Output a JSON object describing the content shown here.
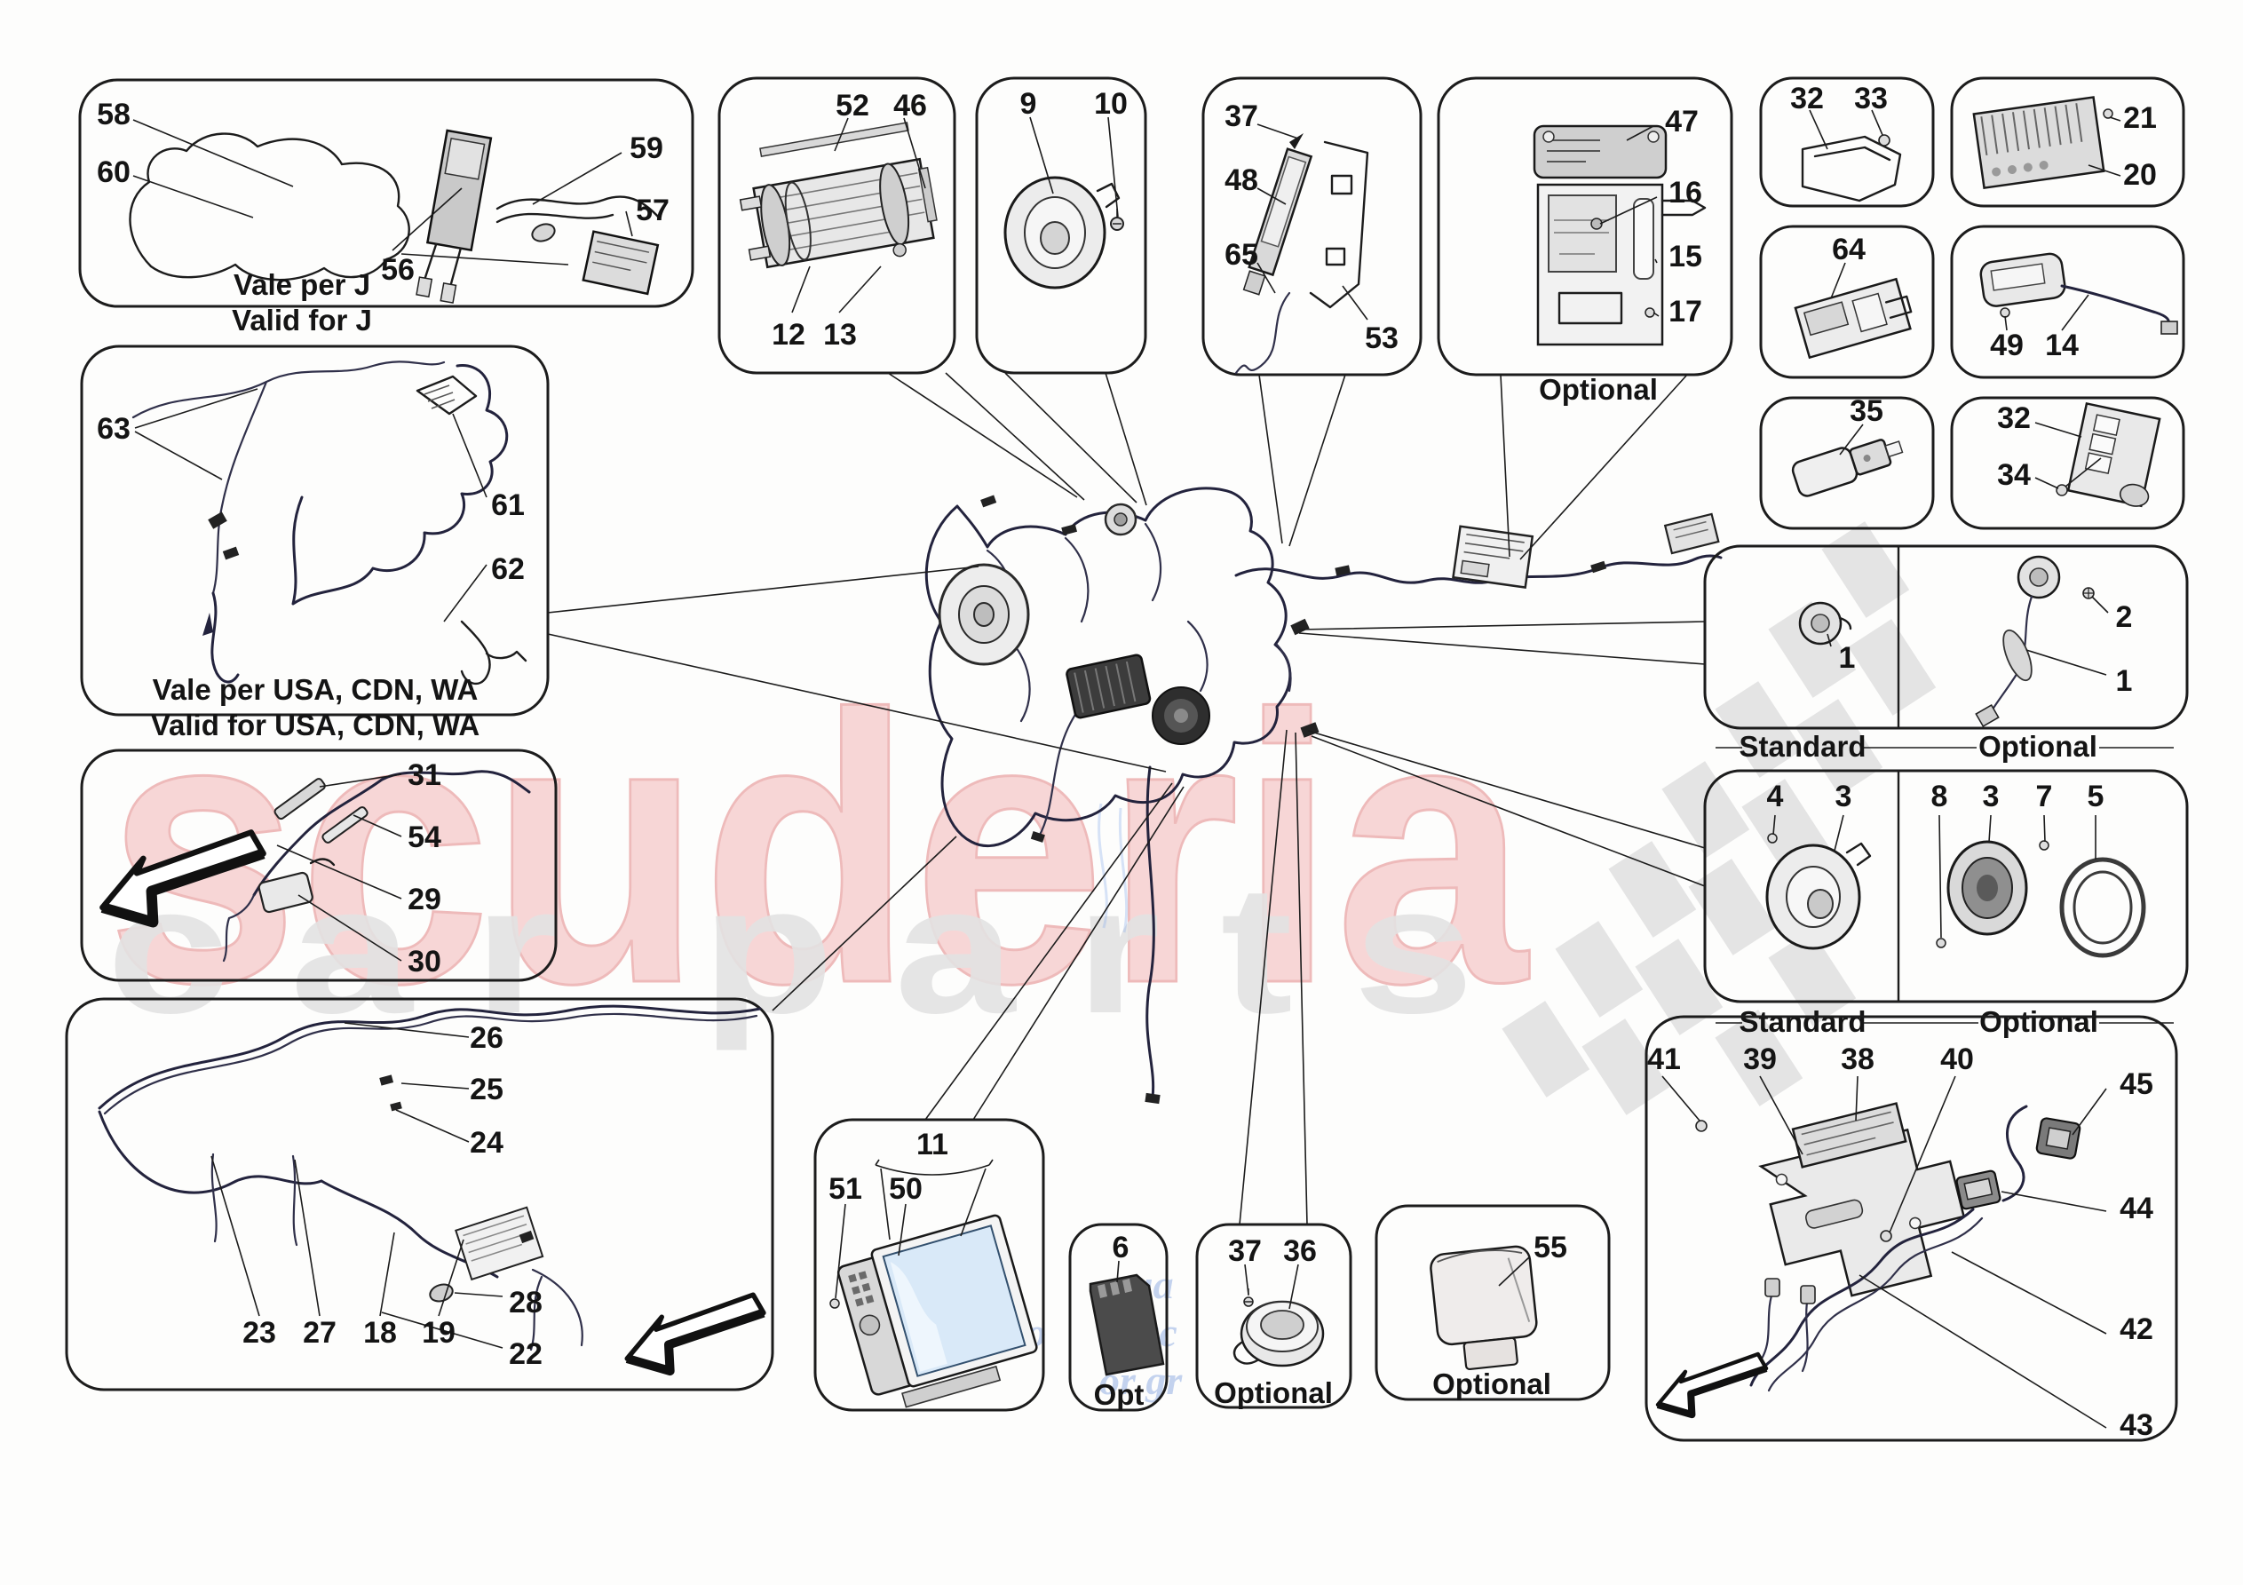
{
  "watermark": {
    "brand": "scuderia",
    "sub_left": "c a r",
    "sub_right": "p a r t s",
    "accent_color": "#e9a4a4",
    "fragments": [
      "gua",
      "acc",
      "id o",
      "or gr"
    ]
  },
  "b1": {
    "n58": "58",
    "n60": "60",
    "n59": "59",
    "n56": "56",
    "n57": "57",
    "cap_it": "Vale per J",
    "cap_en": "Valid for J"
  },
  "b2": {
    "n52": "52",
    "n46": "46",
    "n12": "12",
    "n13": "13"
  },
  "b3": {
    "n9": "9",
    "n10": "10"
  },
  "b4": {
    "n37": "37",
    "n48": "48",
    "n65": "65",
    "n53": "53"
  },
  "b5": {
    "n47": "47",
    "n16": "16",
    "n15": "15",
    "n17": "17",
    "cap": "Optional"
  },
  "b6": {
    "n32": "32",
    "n33": "33"
  },
  "b7": {
    "n21": "21",
    "n20": "20"
  },
  "b8": {
    "n64": "64"
  },
  "b9": {
    "n49": "49",
    "n14": "14"
  },
  "b10": {
    "n35": "35"
  },
  "b11": {
    "n32": "32",
    "n34": "34"
  },
  "b12": {
    "n1_left": "1",
    "n2": "2",
    "n1_right": "1",
    "cap_std": "Standard",
    "cap_opt": "Optional"
  },
  "b13": {
    "n4": "4",
    "n3_left": "3",
    "n8": "8",
    "n3_right": "3",
    "n7": "7",
    "n5": "5",
    "cap_std": "Standard",
    "cap_opt": "Optional"
  },
  "b14": {
    "n41": "41",
    "n39": "39",
    "n38": "38",
    "n40": "40",
    "n45": "45",
    "n44": "44",
    "n42": "42",
    "n43": "43"
  },
  "b15": {
    "n11": "11",
    "n51": "51",
    "n50": "50"
  },
  "b16": {
    "n6": "6",
    "cap": "Opt"
  },
  "b17": {
    "n37": "37",
    "n36": "36",
    "cap": "Optional"
  },
  "b18": {
    "n55": "55",
    "cap": "Optional"
  },
  "bl1": {
    "n63": "63",
    "n61": "61",
    "n62": "62",
    "cap_it": "Vale per USA, CDN, WA",
    "cap_en": "Valid for USA, CDN, WA"
  },
  "bl2": {
    "n31": "31",
    "n54": "54",
    "n29": "29",
    "n30": "30"
  },
  "bl3": {
    "n26": "26",
    "n25": "25",
    "n24": "24",
    "n28": "28",
    "n22": "22",
    "n23": "23",
    "n27": "27",
    "n18": "18",
    "n19": "19"
  }
}
